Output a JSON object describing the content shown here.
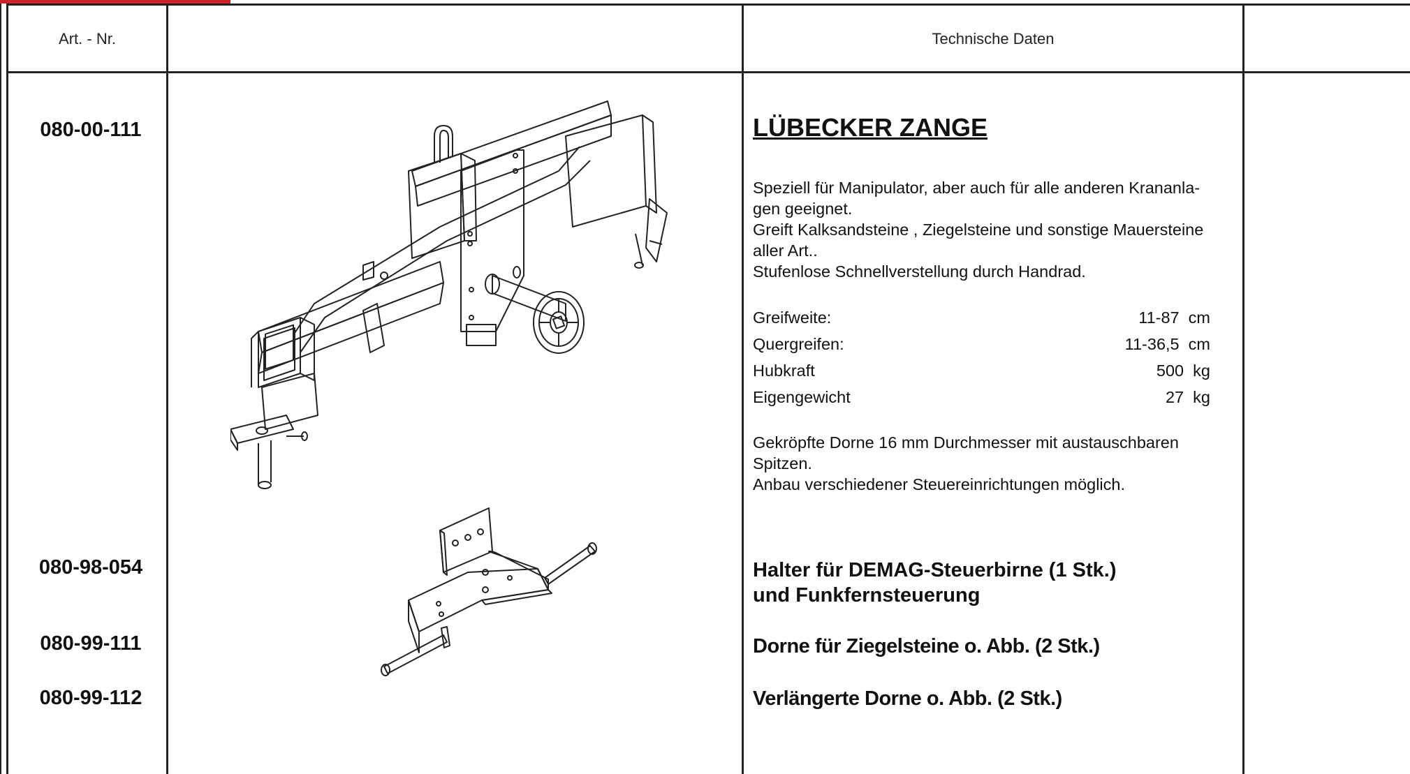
{
  "header": {
    "art_nr": "Art. - Nr.",
    "image_col": "",
    "technical_data": "Technische Daten",
    "extra_col": ""
  },
  "product": {
    "art_nr": "080-00-111",
    "title": "LÜBECKER ZANGE",
    "description": [
      "Speziell für  Manipulator, aber auch für alle anderen Krananla-",
      "gen geeignet.",
      "Greift Kalksandsteine , Ziegelsteine und sonstige Mauersteine",
      "aller Art..",
      "Stufenlose Schnellverstellung durch Handrad."
    ],
    "specs": [
      {
        "label": "Greifweite:",
        "value": "11-87  cm"
      },
      {
        "label": "Quergreifen:",
        "value": "11-36,5  cm"
      },
      {
        "label": "Hubkraft",
        "value": "500  kg"
      },
      {
        "label": "Eigengewicht",
        "value": "27  kg"
      }
    ],
    "notes": [
      "Gekröpfte Dorne 16 mm Durchmesser mit austauschbaren",
      "Spitzen.",
      "Anbau verschiedener Steuereinrichtungen möglich."
    ]
  },
  "accessories": [
    {
      "art_nr": "080-98-054",
      "lines": [
        "Halter für DEMAG-Steuerbirne (1 Stk.)",
        "und Funkfernsteuerung"
      ]
    },
    {
      "art_nr": "080-99-111",
      "lines": [
        "Dorne für Ziegelsteine o. Abb. (2 Stk.)"
      ]
    },
    {
      "art_nr": "080-99-112",
      "lines": [
        "Verlängerte Dorne o. Abb. (2 Stk.)"
      ]
    }
  ],
  "colors": {
    "accent": "#d2202a",
    "lines": "#222222"
  }
}
